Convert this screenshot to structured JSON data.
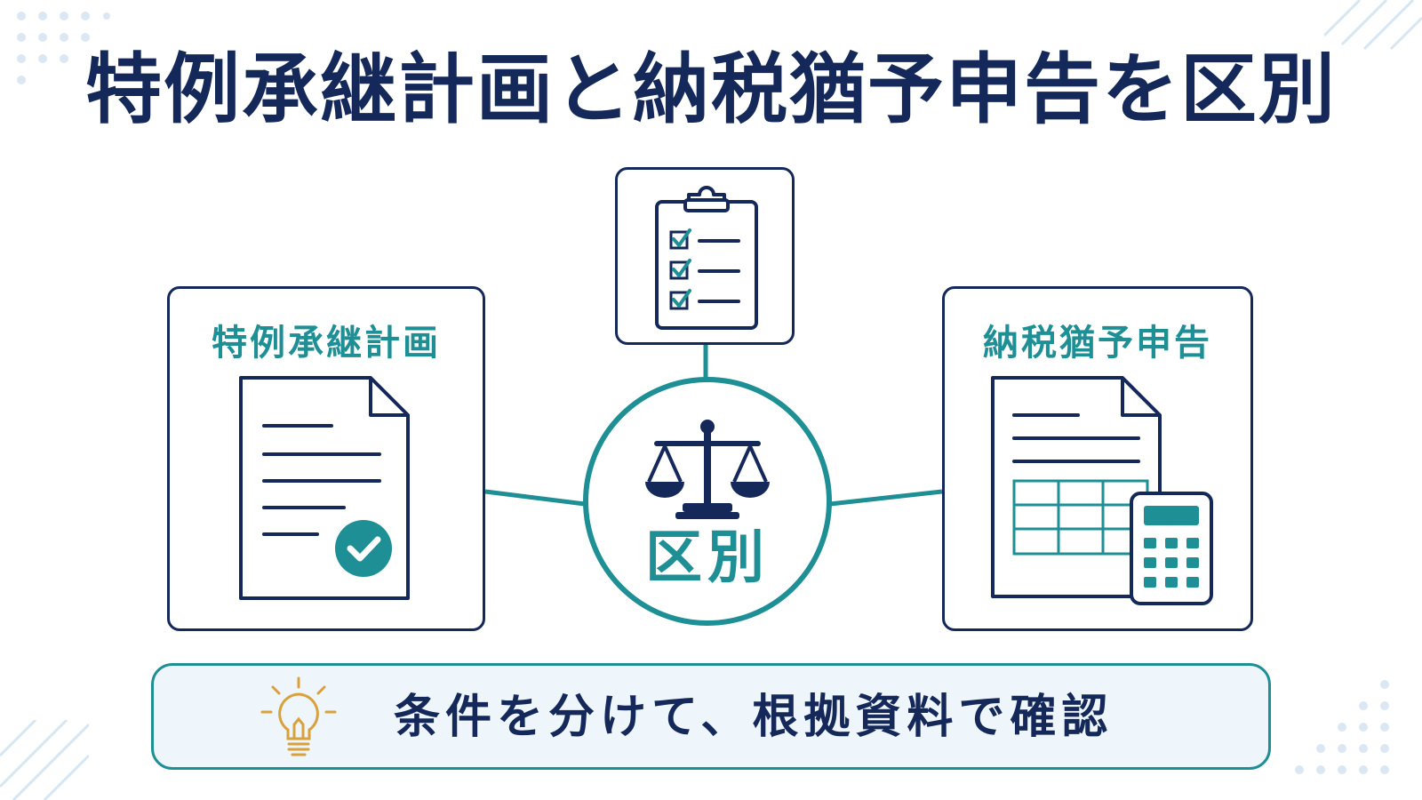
{
  "title": "特例承継計画と納税猶予申告を区別",
  "left_card": {
    "label": "特例承継計画",
    "icon": "document-check-icon"
  },
  "right_card": {
    "label": "納税猶予申告",
    "icon": "spreadsheet-calculator-icon"
  },
  "top_card": {
    "icon": "clipboard-checklist-icon"
  },
  "center": {
    "label": "区別",
    "icon": "balance-scale-icon"
  },
  "banner": {
    "text": "条件を分けて、根拠資料で確認",
    "icon": "lightbulb-icon"
  },
  "colors": {
    "navy": "#14285a",
    "teal": "#1e8f95",
    "banner_bg": "#eef5fb",
    "bulb": "#d9a13b"
  }
}
